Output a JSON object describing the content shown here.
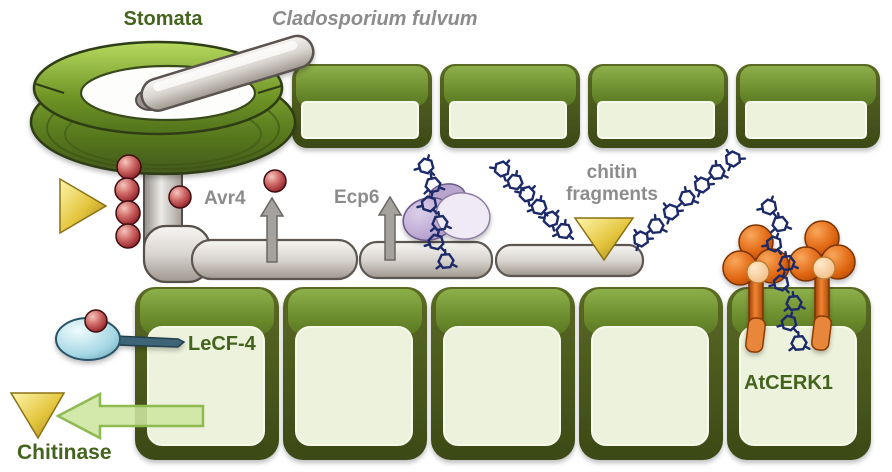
{
  "title": {
    "stomata": "Stomata",
    "pathogen": "Cladosporium fulvum"
  },
  "labels": {
    "avr4": "Avr4",
    "ecp6": "Ecp6",
    "chitin_line1": "chitin",
    "chitin_line2": "fragments",
    "lecf4": "LeCF-4",
    "atcerk1": "AtCERK1",
    "chitinase": "Chitinase"
  },
  "structure": {
    "top_row_cell_count": 4,
    "bottom_row_cell_count": 5,
    "avr4_sphere_count": 7,
    "chitin_chain_count": 4,
    "atcerk1_receptor_count": 2,
    "yellow_arrowhead_count": 3,
    "gray_secretion_arrow_count": 2
  },
  "icons": {
    "yellow_arrowhead_left": "arrowhead-pointing-right",
    "yellow_arrowhead_middle": "arrowhead-pointing-down",
    "yellow_arrowhead_chitinase": "arrowhead-pointing-down",
    "gray_arrows": "secretion-arrow-up",
    "green_arrow": "chitinase-arrow-left"
  },
  "colors": {
    "label_green": "#44631d",
    "label_gray": "#8c8c8c",
    "cell_border_olive": "#46541c",
    "cell_top_green": "#6f9030",
    "cell_inner_pale": "#edf2dc",
    "hypha_gray": "#d8d4cf",
    "avr4_red": "#9c2d33",
    "chitin_navy": "#1c2a69",
    "receptor_orange": "#e06612",
    "ecp6_purple": "#b7a3cb",
    "lecf4_blue": "#a6d7e4",
    "arrowhead_yellow": "#e8c93e",
    "chitinase_arrow_green": "#cde6a0"
  }
}
